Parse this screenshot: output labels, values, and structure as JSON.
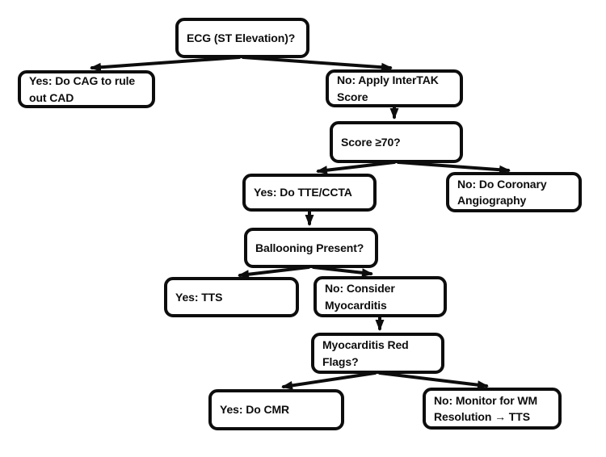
{
  "flowchart": {
    "colors": {
      "background": "#ffffff",
      "box_border": "#0d0d0d",
      "text": "#0d0d0d",
      "arrow": "#0d0d0d"
    },
    "nodes": [
      {
        "id": "ecg",
        "label": "ECG (ST Elevation)?"
      },
      {
        "id": "yes-cag",
        "label": "Yes: Do CAG to rule out CAD"
      },
      {
        "id": "no-intertak",
        "label": "No: Apply InterTAK Score"
      },
      {
        "id": "score70",
        "label": "Score ≥70?"
      },
      {
        "id": "yes-tte",
        "label": "Yes: Do TTE/CCTA"
      },
      {
        "id": "no-coronary",
        "label": "No: Do Coronary Angiography"
      },
      {
        "id": "ballooning",
        "label": "Ballooning Present?"
      },
      {
        "id": "yes-tts",
        "label": "Yes: TTS"
      },
      {
        "id": "no-myocarditis",
        "label": "No: Consider Myocarditis"
      },
      {
        "id": "red-flags",
        "label": "Myocarditis Red Flags?"
      },
      {
        "id": "yes-cmr",
        "label": "Yes: Do CMR"
      },
      {
        "id": "no-monitor",
        "label": "No: Monitor for WM Resolution → TTS"
      }
    ],
    "edges": [
      {
        "from": "ecg",
        "to": "yes-cag"
      },
      {
        "from": "ecg",
        "to": "no-intertak"
      },
      {
        "from": "no-intertak",
        "to": "score70"
      },
      {
        "from": "score70",
        "to": "yes-tte"
      },
      {
        "from": "score70",
        "to": "no-coronary"
      },
      {
        "from": "yes-tte",
        "to": "ballooning"
      },
      {
        "from": "ballooning",
        "to": "yes-tts"
      },
      {
        "from": "ballooning",
        "to": "no-myocarditis"
      },
      {
        "from": "no-myocarditis",
        "to": "red-flags"
      },
      {
        "from": "red-flags",
        "to": "yes-cmr"
      },
      {
        "from": "red-flags",
        "to": "no-monitor"
      }
    ]
  }
}
